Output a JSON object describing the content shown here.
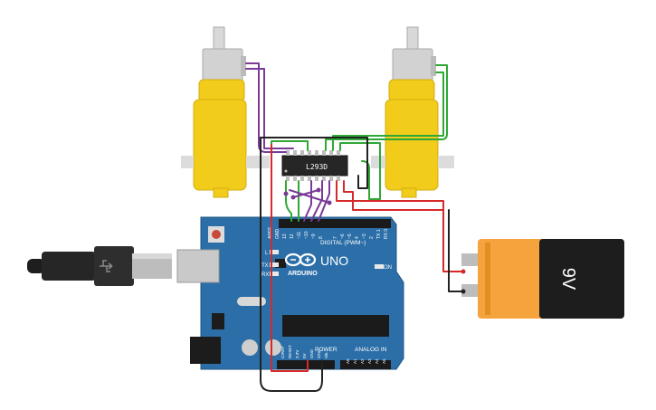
{
  "components": {
    "motor_driver_label": "L293D",
    "battery_label": "9V",
    "board": {
      "brand": "ARDUINO",
      "model": "UNO",
      "on_label": "ON",
      "digital_label": "DIGITAL (PWM~)",
      "power_label": "POWER",
      "analog_label": "ANALOG IN",
      "tx_label": "TX",
      "rx_label": "RX",
      "l_label": "L",
      "digital_pins": [
        "AREF",
        "GND",
        "13",
        "12",
        "~11",
        "~10",
        "~9",
        "8",
        "7",
        "~6",
        "~5",
        "4",
        "~3",
        "2",
        "TX 1",
        "RX 0"
      ],
      "power_pins": [
        "IOREF",
        "RESET",
        "3.3V",
        "5V",
        "GND",
        "GND",
        "Vin"
      ],
      "analog_pins": [
        "A0",
        "A1",
        "A2",
        "A3",
        "A4",
        "A5"
      ]
    }
  },
  "colors": {
    "board": "#2c6fa8",
    "motor_yellow": "#f2cc1a",
    "wire_red": "#d62a2a",
    "wire_black": "#222222",
    "wire_green": "#2fa836",
    "wire_purple": "#7a3a98",
    "battery_orange": "#f5a43d",
    "battery_black": "#1d1d1d"
  },
  "icons": [
    "usb-cable-icon",
    "arduino-logo-icon"
  ]
}
